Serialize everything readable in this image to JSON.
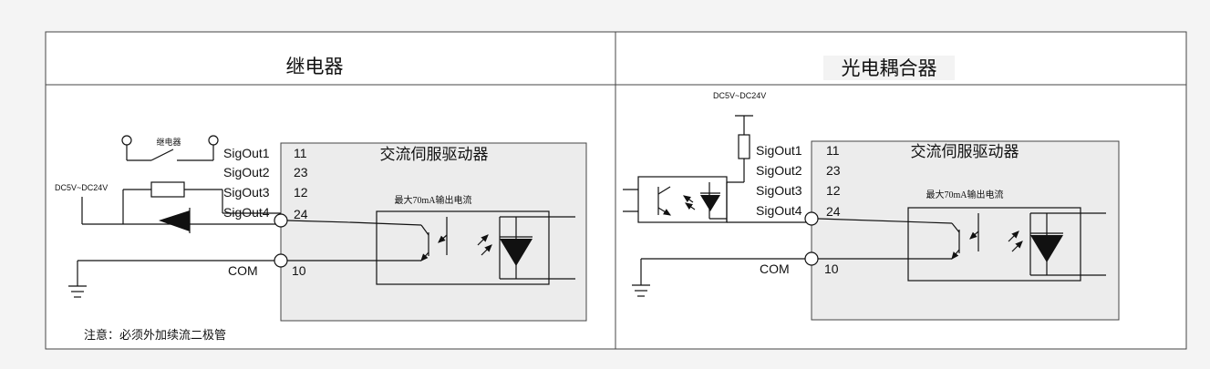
{
  "left": {
    "title": "继电器",
    "relay_label": "继电器",
    "supply_label": "DC5V~DC24V",
    "driver_title": "交流伺服驱动器",
    "current_label": "最大70mA输出电流",
    "signals": [
      "SigOut1",
      "SigOut2",
      "SigOut3",
      "SigOut4"
    ],
    "pins": [
      "11",
      "23",
      "12",
      "24"
    ],
    "com_label": "COM",
    "com_pin": "10",
    "note": "注意：必须外加续流二极管"
  },
  "right": {
    "title": "光电耦合器",
    "supply_label": "DC5V~DC24V",
    "driver_title": "交流伺服驱动器",
    "current_label": "最大70mA输出电流",
    "signals": [
      "SigOut1",
      "SigOut2",
      "SigOut3",
      "SigOut4"
    ],
    "pins": [
      "11",
      "23",
      "12",
      "24"
    ],
    "com_label": "COM",
    "com_pin": "10"
  }
}
